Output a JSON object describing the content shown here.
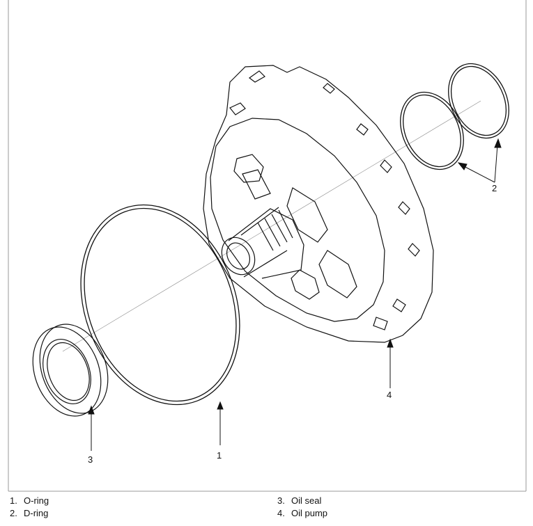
{
  "callouts": {
    "c1": "1",
    "c2": "2",
    "c3": "3",
    "c4": "4"
  },
  "legend": {
    "left": [
      {
        "num": "1.",
        "label": "O-ring"
      },
      {
        "num": "2.",
        "label": "D-ring"
      }
    ],
    "right": [
      {
        "num": "3.",
        "label": "Oil seal"
      },
      {
        "num": "4.",
        "label": "Oil pump"
      }
    ]
  },
  "colors": {
    "line": "#111111",
    "faint": "#888888",
    "frame": "#999999"
  }
}
